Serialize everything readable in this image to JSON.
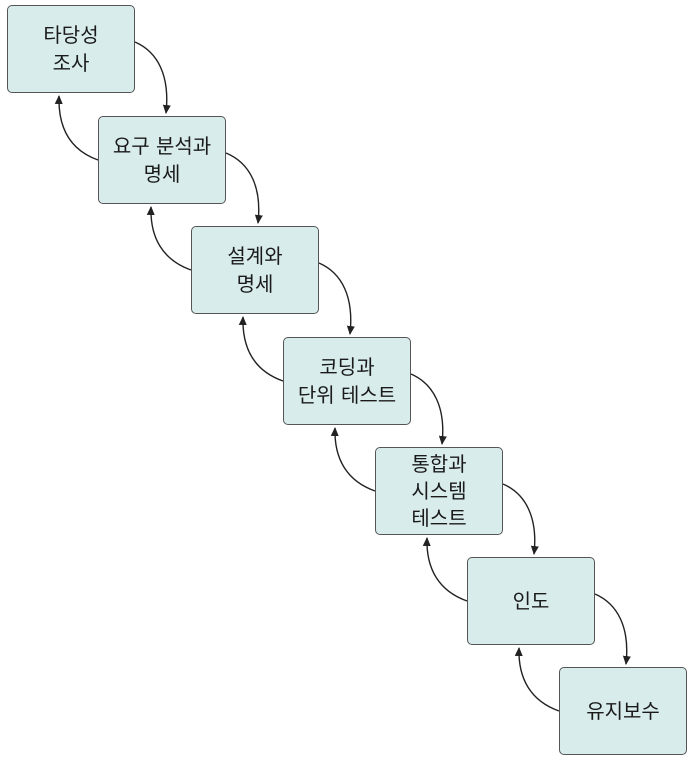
{
  "diagram": {
    "stages": [
      {
        "lines": [
          "타당성",
          "조사"
        ]
      },
      {
        "lines": [
          "요구 분석과",
          "명세"
        ]
      },
      {
        "lines": [
          "설계와",
          "명세"
        ]
      },
      {
        "lines": [
          "코딩과",
          "단위 테스트"
        ]
      },
      {
        "lines": [
          "통합과",
          "시스템",
          "테스트"
        ]
      },
      {
        "lines": [
          "인도"
        ]
      },
      {
        "lines": [
          "유지보수"
        ]
      }
    ],
    "colors": {
      "box_fill": "#d9ecec",
      "box_border": "#555555",
      "arrow": "#222222"
    }
  }
}
